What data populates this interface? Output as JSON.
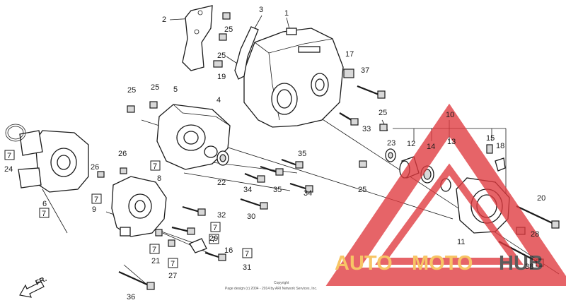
{
  "callouts": [
    "1",
    "2",
    "3",
    "4",
    "5",
    "6",
    "7",
    "8",
    "9",
    "10",
    "11",
    "12",
    "13",
    "14",
    "15",
    "16",
    "17",
    "18",
    "19",
    "20",
    "21",
    "22",
    "23",
    "24",
    "25",
    "26",
    "27",
    "28",
    "29",
    "30",
    "31",
    "32",
    "33",
    "34",
    "35",
    "36",
    "37",
    "38"
  ],
  "boxed_mark": "7",
  "front_label": "FR.",
  "copyright": "Copyright",
  "copyright_line": "Page design (c) 2004 - 2014 by ARI Network Services, Inc.",
  "watermark": {
    "auto": "AUTO",
    "moto": "MOTO",
    "hub": "HUB",
    "colors": {
      "triangle": "#e0393e",
      "auto": "#f5b53c",
      "hub": "#2f2f2f"
    }
  }
}
